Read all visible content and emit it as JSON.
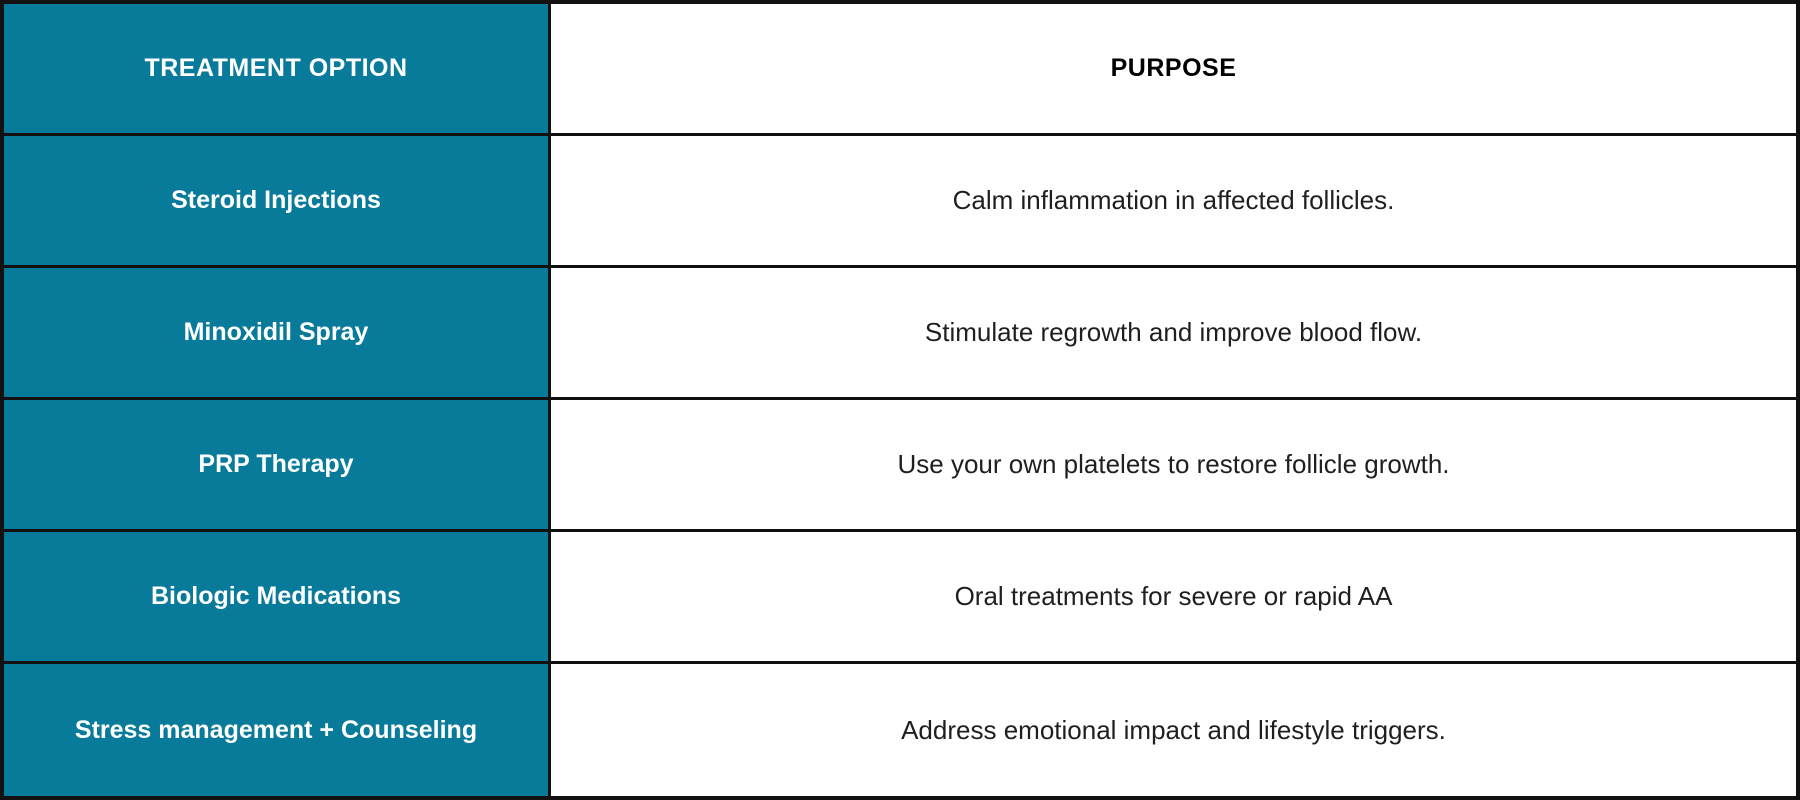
{
  "table": {
    "columns": {
      "option_header": "TREATMENT OPTION",
      "purpose_header": "PURPOSE"
    },
    "rows": [
      {
        "option": "Steroid Injections",
        "purpose": "Calm inflammation in affected follicles."
      },
      {
        "option": "Minoxidil Spray",
        "purpose": "Stimulate regrowth and improve blood flow."
      },
      {
        "option": "PRP Therapy",
        "purpose": "Use your own platelets to restore follicle growth."
      },
      {
        "option": "Biologic Medications",
        "purpose": "Oral treatments for severe or rapid AA"
      },
      {
        "option": "Stress management + Counseling",
        "purpose": "Address emotional impact and lifestyle triggers."
      }
    ],
    "colors": {
      "option_column_bg": "#087a9a",
      "option_text": "#ffffff",
      "purpose_bg": "#ffffff",
      "purpose_text": "#1f1f1f",
      "border": "#111111"
    }
  }
}
